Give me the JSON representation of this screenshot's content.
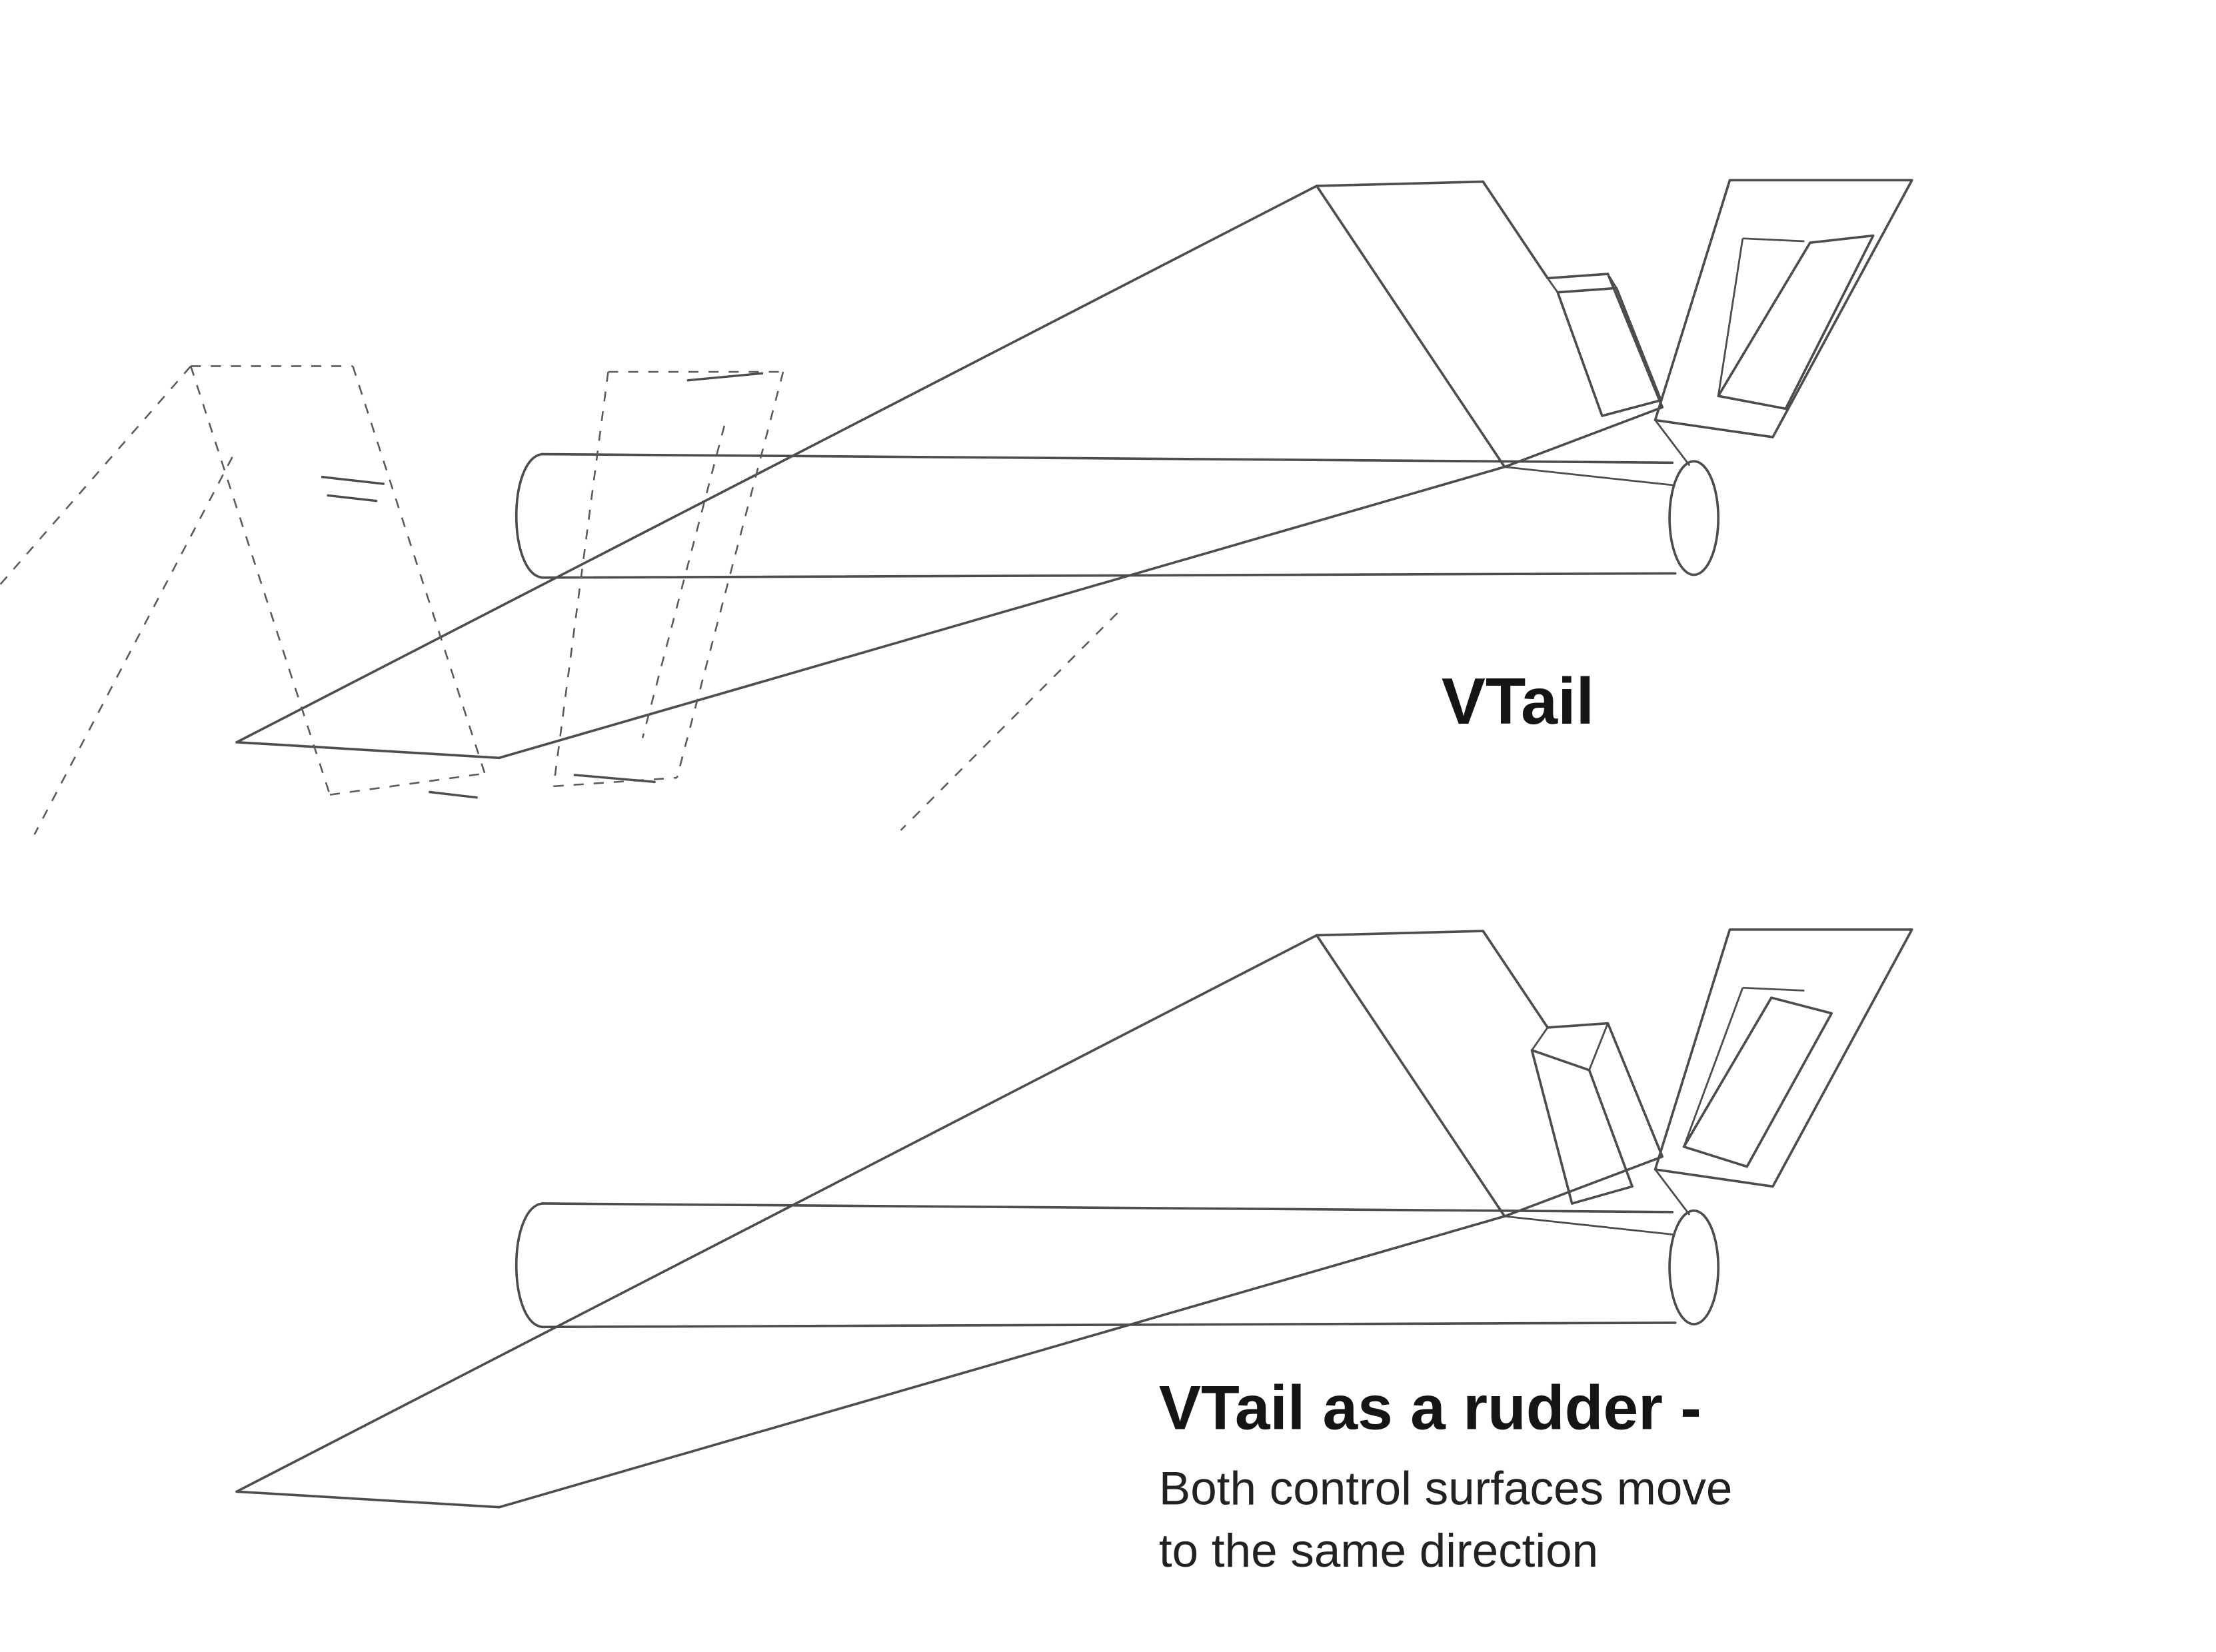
{
  "colors": {
    "background": "#ffffff",
    "line": "#4d4d4d",
    "dashed": "#5a5a5a",
    "text": "#151515"
  },
  "figure_top": {
    "caption": "VTail"
  },
  "figure_bottom": {
    "caption": "VTail as a rudder -",
    "subtitle_line1": "Both control surfaces move",
    "subtitle_line2": "to the same direction"
  }
}
